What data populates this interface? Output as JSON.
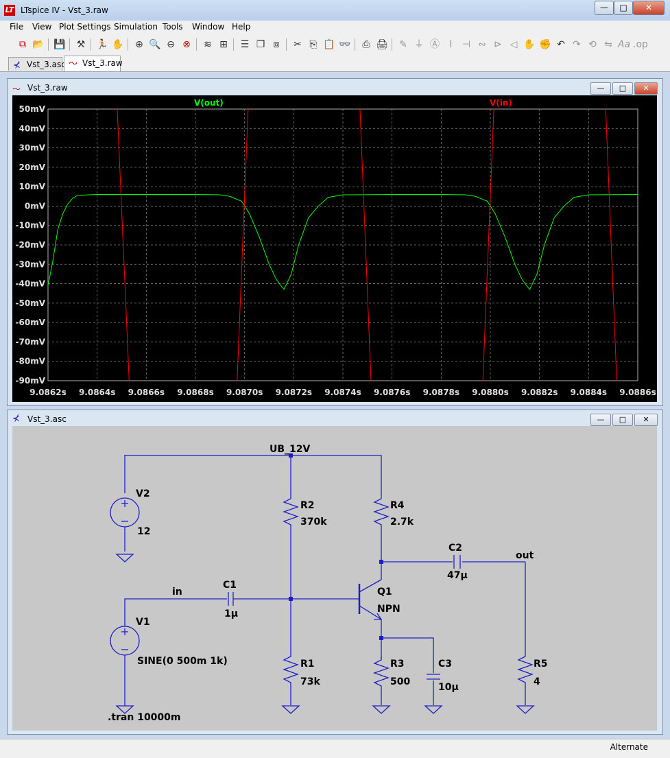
{
  "window": {
    "title": "LTspice IV - Vst_3.raw",
    "controls": {
      "minimize": "—",
      "maximize": "□",
      "close": "✕"
    }
  },
  "menu": [
    "File",
    "View",
    "Plot Settings",
    "Simulation",
    "Tools",
    "Window",
    "Help"
  ],
  "toolbar_icons": [
    "new-schematic-icon",
    "open-icon",
    "save-icon",
    "control-panel-icon",
    "run-icon",
    "pan-hand-icon",
    "zoom-in-icon",
    "zoom-area-icon",
    "zoom-out-icon",
    "zoom-cancel-icon",
    "autorange-icon",
    "fit-icon",
    "tile-horizontal-icon",
    "cascade-icon",
    "tile-vertical-icon",
    "cut-icon",
    "copy-icon",
    "paste-icon",
    "find-icon",
    "print-setup-icon",
    "print-icon",
    "wire-icon",
    "ground-icon",
    "label-icon",
    "resistor-icon",
    "capacitor-icon",
    "inductor-icon",
    "diode-icon",
    "component-icon",
    "move-icon",
    "drag-icon",
    "undo-icon",
    "redo-icon",
    "rotate-icon",
    "mirror-icon",
    "text-icon",
    "spice-directive-icon"
  ],
  "tabs": [
    {
      "label": "Vst_3.asc",
      "icon": "schematic-icon",
      "active": false
    },
    {
      "label": "Vst_3.raw",
      "icon": "waveform-icon",
      "active": true
    }
  ],
  "plot_window": {
    "title": "Vst_3.raw",
    "background": "#000000",
    "grid_color": "#808080"
  },
  "chart_data": {
    "type": "line",
    "title": "",
    "xlabel": "",
    "ylabel": "",
    "xlim": [
      9.0862,
      9.0886
    ],
    "ylim": [
      -90,
      50
    ],
    "x_unit": "s",
    "y_unit": "mV",
    "x_ticks": [
      "9.0862s",
      "9.0864s",
      "9.0866s",
      "9.0868s",
      "9.0870s",
      "9.0872s",
      "9.0874s",
      "9.0876s",
      "9.0878s",
      "9.0880s",
      "9.0882s",
      "9.0884s",
      "9.0886s"
    ],
    "y_ticks": [
      "50mV",
      "40mV",
      "30mV",
      "20mV",
      "10mV",
      "0mV",
      "-10mV",
      "-20mV",
      "-30mV",
      "-40mV",
      "-50mV",
      "-60mV",
      "-70mV",
      "-80mV",
      "-90mV"
    ],
    "grid": true,
    "series": [
      {
        "name": "V(out)",
        "color": "#00ff00",
        "points": [
          [
            9.0862,
            -41
          ],
          [
            9.08622,
            -28
          ],
          [
            9.08624,
            -12
          ],
          [
            9.08626,
            -4
          ],
          [
            9.08628,
            1
          ],
          [
            9.0863,
            4
          ],
          [
            9.08632,
            5.5
          ],
          [
            9.0864,
            6
          ],
          [
            9.0866,
            6
          ],
          [
            9.0868,
            6
          ],
          [
            9.0869,
            5.8
          ],
          [
            9.08694,
            5
          ],
          [
            9.086988,
            2.5
          ],
          [
            9.08702,
            -4
          ],
          [
            9.08706,
            -16
          ],
          [
            9.0871,
            -30
          ],
          [
            9.08713,
            -38
          ],
          [
            9.08716,
            -43
          ],
          [
            9.08719,
            -35
          ],
          [
            9.08722,
            -20
          ],
          [
            9.08726,
            -6
          ],
          [
            9.0873,
            0
          ],
          [
            9.08734,
            4.5
          ],
          [
            9.0874,
            5.8
          ],
          [
            9.0876,
            6
          ],
          [
            9.0878,
            6
          ],
          [
            9.0879,
            5.8
          ],
          [
            9.08794,
            5
          ],
          [
            9.087988,
            2.5
          ],
          [
            9.08802,
            -4
          ],
          [
            9.08806,
            -16
          ],
          [
            9.0881,
            -30
          ],
          [
            9.08813,
            -38
          ],
          [
            9.08816,
            -43
          ],
          [
            9.08819,
            -35
          ],
          [
            9.08822,
            -20
          ],
          [
            9.08826,
            -6
          ],
          [
            9.0883,
            0
          ],
          [
            9.08834,
            4.5
          ],
          [
            9.0884,
            5.8
          ],
          [
            9.0886,
            6
          ]
        ]
      },
      {
        "name": "V(in)",
        "color": "#ff0000",
        "segments": [
          [
            [
              9.08648,
              55
            ],
            [
              9.086532,
              -95
            ]
          ],
          [
            [
              9.086968,
              -95
            ],
            [
              9.087016,
              55
            ]
          ],
          [
            [
              9.087468,
              55
            ],
            [
              9.087516,
              -95
            ]
          ],
          [
            [
              9.087968,
              -95
            ],
            [
              9.088016,
              55
            ]
          ],
          [
            [
              9.088468,
              55
            ],
            [
              9.088516,
              -95
            ]
          ]
        ]
      }
    ]
  },
  "schematic_window": {
    "title": "Vst_3.asc",
    "background": "#c8c8c8",
    "wire_color": "#1e1ec8",
    "labels": {
      "ub": "UB_12V",
      "in": "in",
      "out": "out",
      "v2_name": "V2",
      "v2_value": "12",
      "v1_name": "V1",
      "v1_value": "SINE(0 500m 1k)",
      "r2_name": "R2",
      "r2_value": "370k",
      "r4_name": "R4",
      "r4_value": "2.7k",
      "r1_name": "R1",
      "r1_value": "73k",
      "r3_name": "R3",
      "r3_value": "500",
      "r5_name": "R5",
      "r5_value": "4",
      "c1_name": "C1",
      "c1_value": "1µ",
      "c2_name": "C2",
      "c2_value": "47µ",
      "c3_name": "C3",
      "c3_value": "10µ",
      "q1_name": "Q1",
      "q1_value": "NPN",
      "directive": ".tran 10000m"
    }
  },
  "status": {
    "text": "Alternate"
  }
}
